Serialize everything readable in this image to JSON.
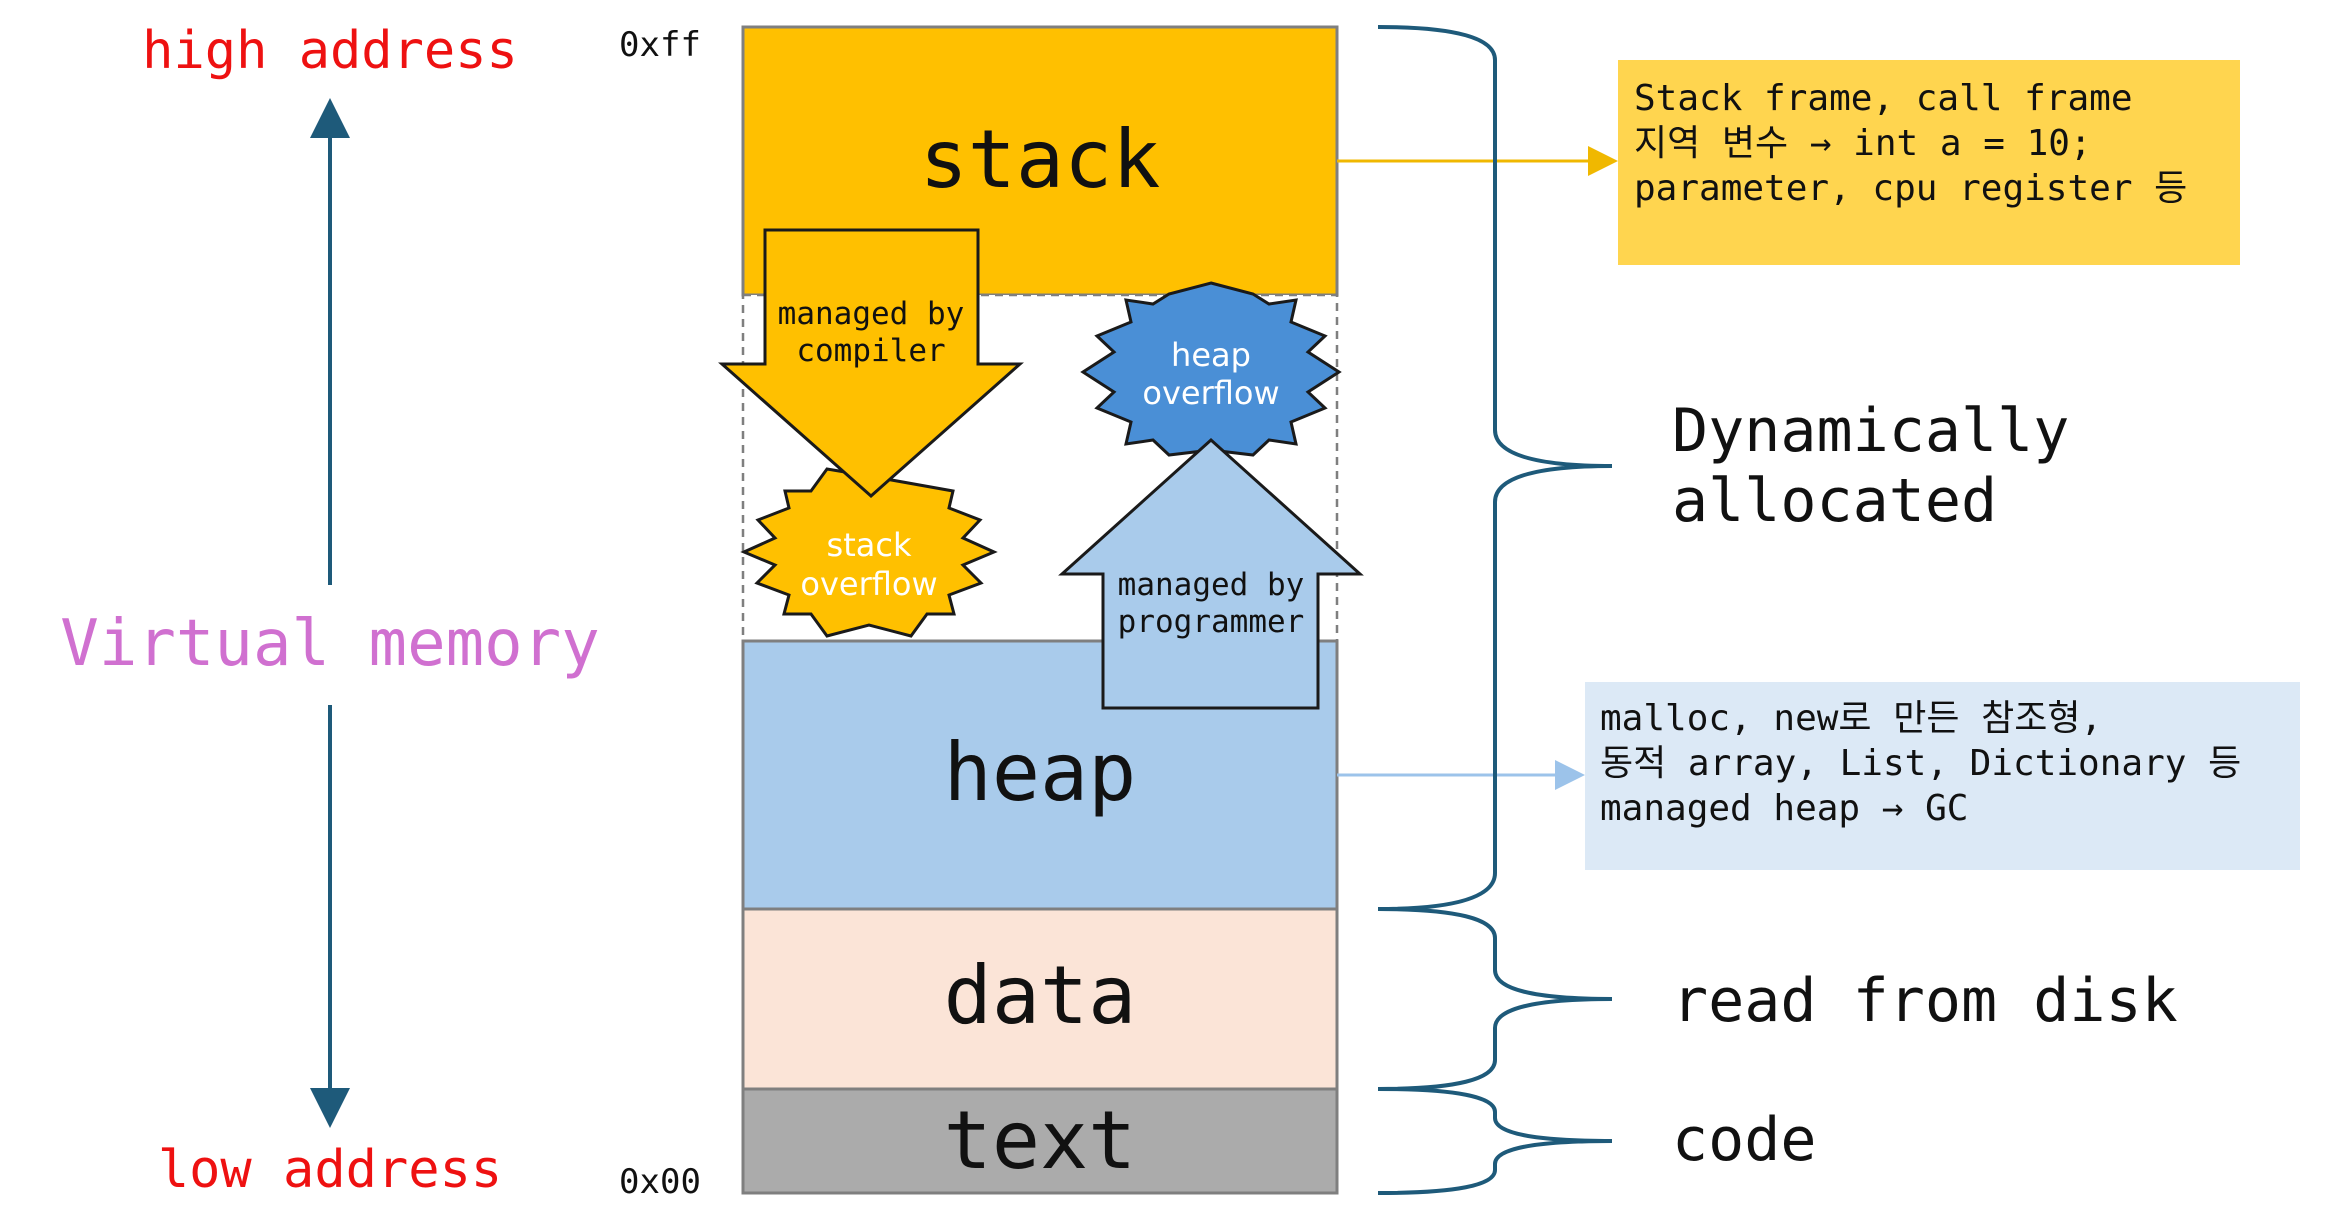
{
  "labels": {
    "high_address": "high address",
    "low_address": "low address",
    "virtual_memory": "Virtual memory",
    "addr_top": "0xff",
    "addr_bottom": "0x00"
  },
  "segments": {
    "stack": "stack",
    "heap": "heap",
    "data": "data",
    "text": "text"
  },
  "arrows": {
    "compiler": [
      "managed by",
      "compiler"
    ],
    "programmer": [
      "managed by",
      "programmer"
    ]
  },
  "bursts": {
    "stack_overflow": [
      "stack",
      "overflow"
    ],
    "heap_overflow": [
      "heap",
      "overflow"
    ]
  },
  "notes": {
    "stack": [
      "Stack frame, call frame",
      "지역 변수 → int a = 10;",
      "parameter, cpu register 등"
    ],
    "heap": [
      "malloc, new로 만든 참조형,",
      "동적 array, List, Dictionary 등",
      "managed heap → GC"
    ]
  },
  "brackets": {
    "dynamic": [
      "Dynamically",
      "allocated"
    ],
    "disk": "read from disk",
    "code": "code"
  },
  "colors": {
    "stack": "#FFC000",
    "heap": "#A9CBEB",
    "data": "#FBE4D7",
    "text": "#ABABAB",
    "stack_note": "#FFD54F",
    "heap_note": "#DCE9F6",
    "heap_burst": "#4A8FD6",
    "red": "#EE1111",
    "magenta": "#D070D0",
    "teal": "#1E5A7A"
  }
}
